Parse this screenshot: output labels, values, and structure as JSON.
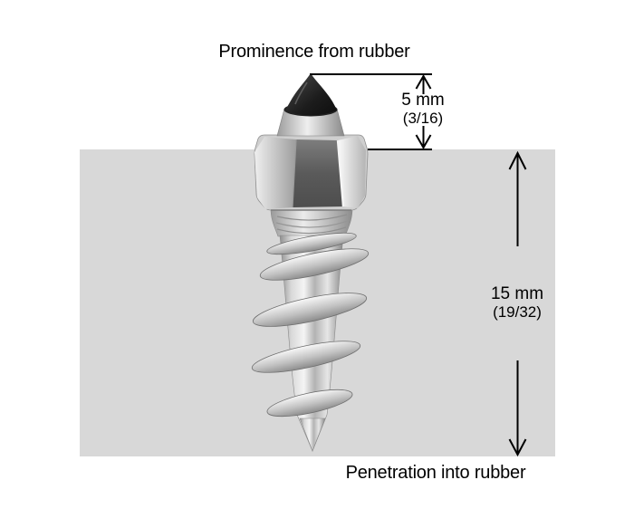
{
  "labels": {
    "prominence": "Prominence from rubber",
    "penetration": "Penetration into rubber"
  },
  "measurements": {
    "prominence": {
      "metric": "5 mm",
      "imperial": "(3/16)"
    },
    "penetration": {
      "metric": "15 mm",
      "imperial": "(19/32)"
    }
  },
  "colors": {
    "background": "#ffffff",
    "rubber": "#d8d8d8",
    "line": "#000000",
    "stud_tip": "#1c1c1c",
    "metal_light": "#f2f2f2",
    "metal_dark": "#707070"
  }
}
